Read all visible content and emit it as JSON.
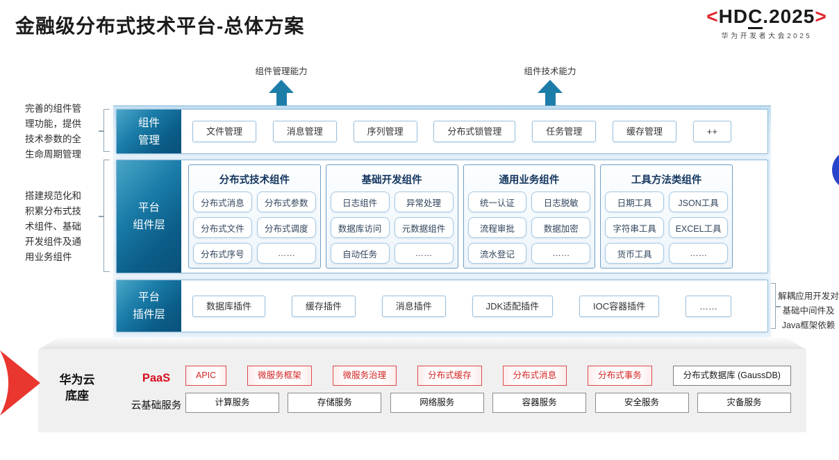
{
  "title": "金融级分布式技术平台-总体方案",
  "logo": {
    "left_bracket": "<",
    "pre": "HD",
    "underlined": "C",
    "post": ".2025",
    "right_bracket": ">",
    "subtitle": "华为开发者大会2025"
  },
  "capability_arrows": {
    "management": "组件管理能力",
    "technology": "组件技术能力"
  },
  "left_notes": {
    "note1": "完善的组件管\n理功能，提供\n技术参数的全\n生命周期管理",
    "note2": "搭建规范化和\n积累分布式技\n术组件、基础\n开发组件及通\n用业务组件"
  },
  "right_note": "解耦应用开发对\n基础中间件及\nJava框架依赖",
  "layers": {
    "component_mgmt": {
      "label": "组件\n管理",
      "items": [
        "文件管理",
        "消息管理",
        "序列管理",
        "分布式锁管理",
        "任务管理",
        "缓存管理",
        "++"
      ]
    },
    "platform_components": {
      "label": "平台\n组件层",
      "groups": [
        {
          "title": "分布式技术组件",
          "items": [
            "分布式消息",
            "分布式参数",
            "分布式文件",
            "分布式调度",
            "分布式序号",
            "……"
          ]
        },
        {
          "title": "基础开发组件",
          "items": [
            "日志组件",
            "异常处理",
            "数据库访问",
            "元数据组件",
            "自动任务",
            "……"
          ]
        },
        {
          "title": "通用业务组件",
          "items": [
            "统一认证",
            "日志脱敏",
            "流程审批",
            "数据加密",
            "流水登记",
            "……"
          ]
        },
        {
          "title": "工具方法类组件",
          "items": [
            "日期工具",
            "JSON工具",
            "字符串工具",
            "EXCEL工具",
            "货币工具",
            "……"
          ]
        }
      ]
    },
    "platform_plugins": {
      "label": "平台\n插件层",
      "items": [
        "数据库插件",
        "缓存插件",
        "消息插件",
        "JDK适配插件",
        "IOC容器插件",
        "……"
      ]
    }
  },
  "foundation": {
    "label": "华为云\n底座",
    "paas": {
      "label": "PaaS",
      "highlighted_items": [
        "APIC",
        "微服务框架",
        "微服务治理",
        "分布式缓存",
        "分布式消息",
        "分布式事务"
      ],
      "plain_item": "分布式数据库 (GaussDB)"
    },
    "cloud_base": {
      "label": "云基础服务",
      "items": [
        "计算服务",
        "存储服务",
        "网络服务",
        "容器服务",
        "安全服务",
        "灾备服务"
      ]
    }
  },
  "colors": {
    "layer_label_teal": "#0e6a94",
    "arrow_teal": "#1d7da9",
    "hdc_red": "#e0242d",
    "paas_red": "#d50f1c",
    "panel_border_blue": "#6f9dc4",
    "chip_border_blue": "#a4c7e2",
    "accent_circle_blue": "#2945cb",
    "red_arrow": "#e9362e",
    "slab_gray": "#f0f0f1"
  }
}
